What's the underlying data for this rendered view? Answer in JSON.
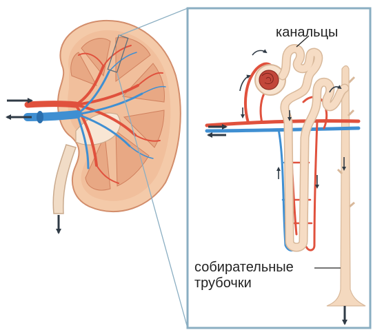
{
  "labels": {
    "tubules": "канальцы",
    "collecting_ducts_line1": "собирательные",
    "collecting_ducts_line2": "трубочки"
  },
  "colors": {
    "artery": "#e0513d",
    "vein": "#3f8fd2",
    "tissue": "#f2c6a6",
    "tissue_dark": "#e6a47e",
    "tubule": "#f6dcc4",
    "panel_border": "#8aaec2",
    "arrow": "#2f3a45"
  }
}
